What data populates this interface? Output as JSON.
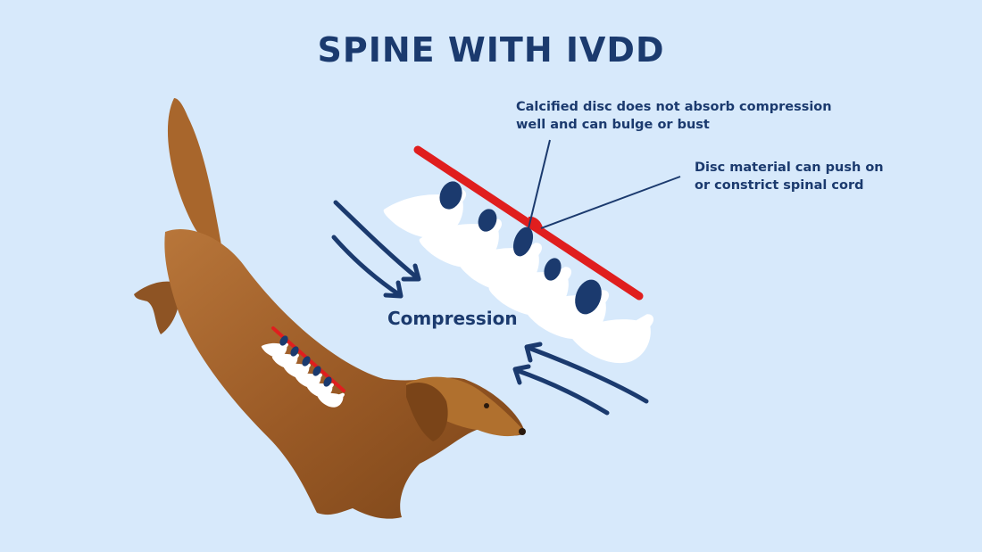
{
  "title": "SPINE WITH IVDD",
  "callouts": [
    {
      "line1": "Calcified disc does not absorb compression",
      "line2": "well and can bulge or bust"
    },
    {
      "line1": "Disc material can push on",
      "line2": "or constrict spinal cord"
    }
  ],
  "compression_label": "Compression",
  "colors": {
    "background": "#d7e9fb",
    "navy": "#1b3a6e",
    "spinal_cord_red": "#e01e1e",
    "vertebra_white": "#ffffff",
    "dog_fur": "#a0602a"
  },
  "figure": {
    "subject": "dachshund-with-spine-overlay",
    "vertebrae_count": 6
  }
}
